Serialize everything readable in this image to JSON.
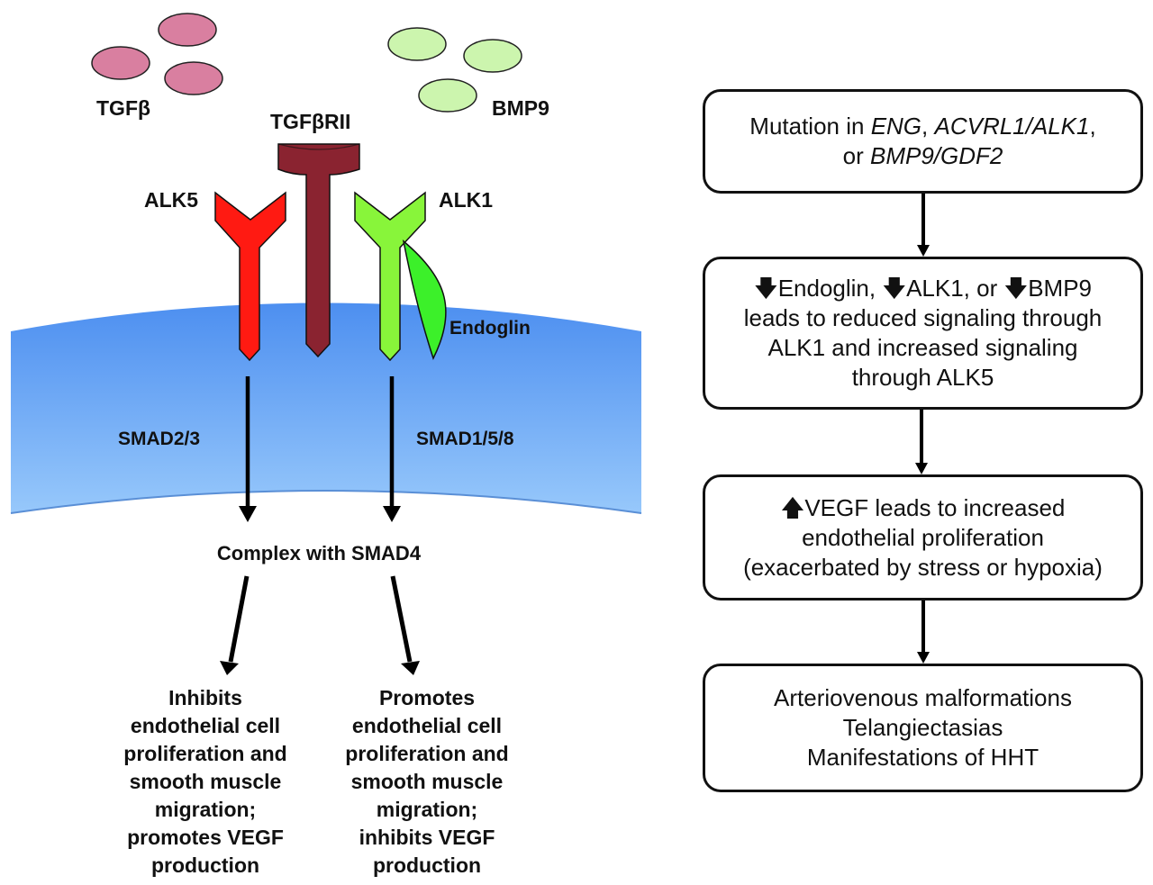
{
  "ligands": {
    "tgfb_label": "TGFβ",
    "bmp9_label": "BMP9",
    "tgfb_color": "#d97fa0",
    "bmp9_color": "#ccf5ae"
  },
  "receptors": {
    "tgfbrii_label": "TGFβRII",
    "alk5_label": "ALK5",
    "alk1_label": "ALK1",
    "endoglin_label": "Endoglin",
    "tgfbrii_color": "#8a2330",
    "alk5_color": "#ff1a12",
    "alk1_color": "#88f53a",
    "endoglin_color": "#3cf02a"
  },
  "membrane": {
    "top_color": "#4d8ff0",
    "bottom_color": "#97c8fb"
  },
  "pathway": {
    "smad_left": "SMAD2/3",
    "smad_right": "SMAD1/5/8",
    "complex": "Complex with SMAD4"
  },
  "outcomes": {
    "left": [
      "Inhibits",
      "endothelial cell",
      "proliferation and",
      "smooth muscle",
      "migration;",
      "promotes VEGF",
      "production"
    ],
    "right": [
      "Promotes",
      "endothelial cell",
      "proliferation and",
      "smooth muscle",
      "migration;",
      "inhibits VEGF",
      "production"
    ]
  },
  "flowchart": {
    "box1": {
      "prefix": "Mutation in ",
      "gene1": "ENG",
      "sep1": ", ",
      "gene2": "ACVRL1/ALK1",
      "sep2": ",",
      "or": "or ",
      "gene3": "BMP9/GDF2"
    },
    "box2": {
      "arrow": "🡇",
      "l1a": "Endoglin, ",
      "l1b": "ALK1, or ",
      "l1c": "BMP9",
      "l2": "leads to reduced signaling through",
      "l3": "ALK1 and increased signaling",
      "l4": "through ALK5"
    },
    "box3": {
      "l1": "VEGF leads to increased",
      "l2": "endothelial proliferation",
      "l3": "(exacerbated by stress or hypoxia)"
    },
    "box4": {
      "l1": "Arteriovenous malformations",
      "l2": "Telangiectasias",
      "l3": "Manifestations of HHT"
    }
  }
}
